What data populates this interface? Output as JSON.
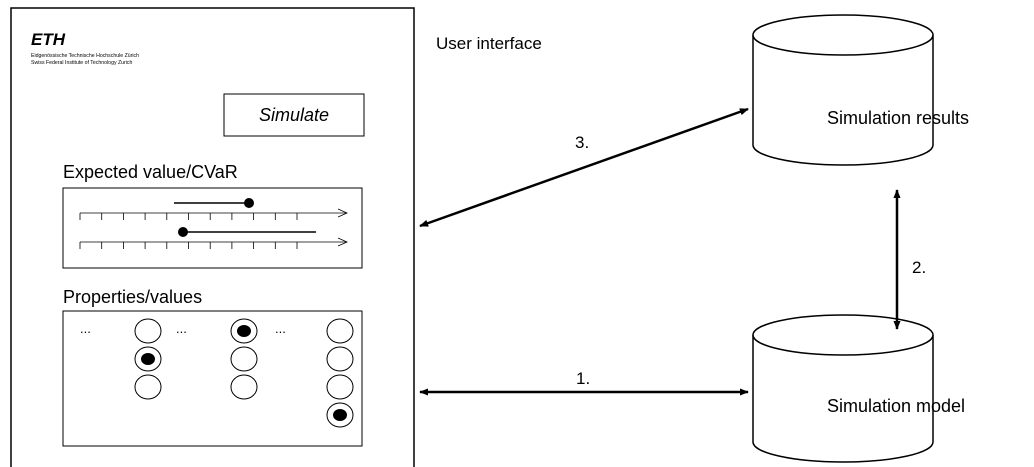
{
  "ui_label": "User interface",
  "logo": {
    "name": "ETH",
    "line1": "Eidgenössische Technische Hochschule Zürich",
    "line2": "Swiss Federal Institute of Technology Zurich"
  },
  "simulate_button": "Simulate",
  "expected_value_label": "Expected value/CVaR",
  "properties_label": "Properties/values",
  "ellipsis": "...",
  "databases": {
    "results": "Simulation results",
    "model": "Simulation model"
  },
  "steps": {
    "step1": "1.",
    "step2": "2.",
    "step3": "3."
  },
  "radio_groups": [
    {
      "options": 3,
      "selected": 2
    },
    {
      "options": 3,
      "selected": 1
    },
    {
      "options": 4,
      "selected": 4
    }
  ]
}
